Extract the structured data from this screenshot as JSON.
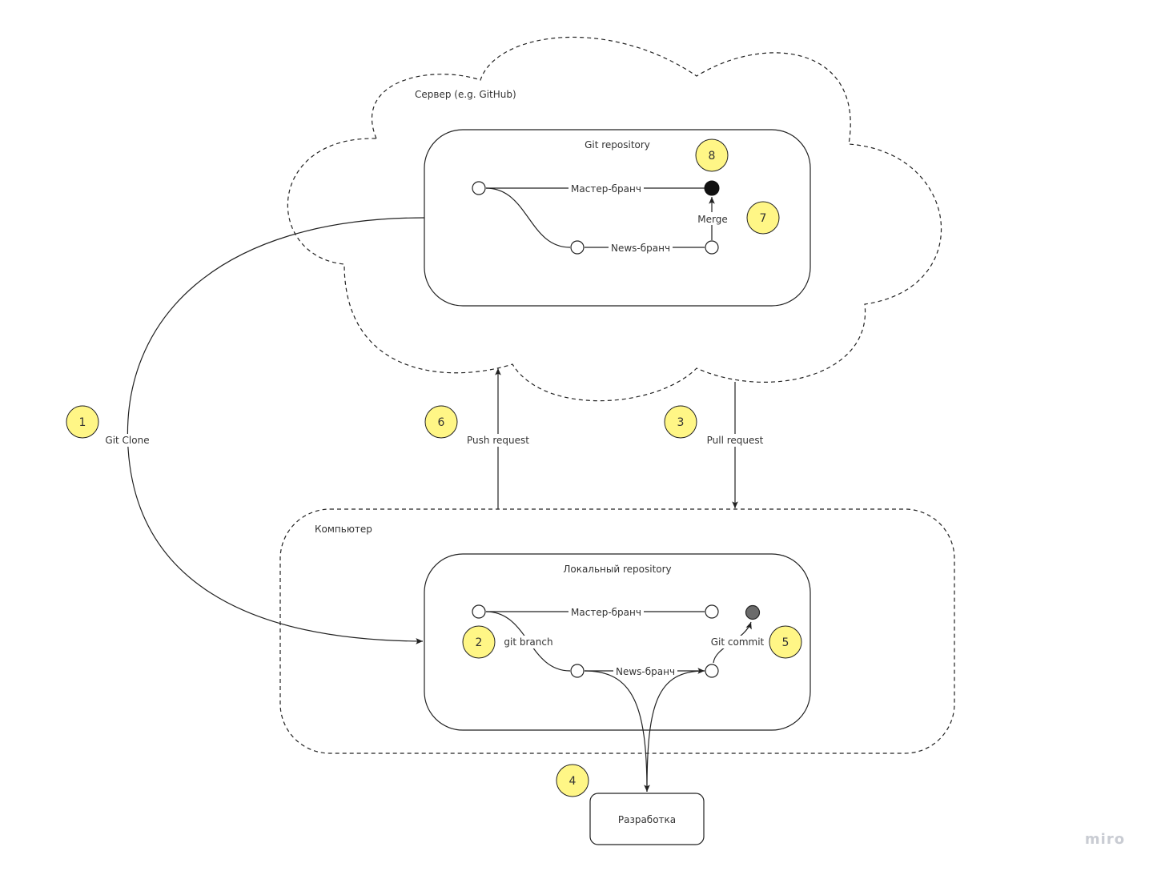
{
  "diagram": {
    "server_label": "Сервер (e.g. GitHub)",
    "git_repository_label": "Git repository",
    "computer_label": "Компьютер",
    "local_repository_label": "Локальный repository",
    "development_label": "Разработка",
    "edges": {
      "remote_master_branch": "Мастер-бранч",
      "remote_news_branch": "News-бранч",
      "merge": "Merge",
      "local_master_branch": "Мастер-бранч",
      "local_news_branch": "News-бранч",
      "git_branch": "git branch",
      "git_commit": "Git commit",
      "git_clone": "Git Clone",
      "push_request": "Push request",
      "pull_request": "Pull request"
    },
    "steps": {
      "git_clone": "1",
      "git_branch": "2",
      "pull_request": "3",
      "development": "4",
      "git_commit": "5",
      "push_request": "6",
      "merge": "7",
      "final_commit": "8"
    },
    "colors": {
      "badge": "#fff686",
      "stroke": "#222222",
      "merged_commit": "#111111",
      "new_commit": "#6b6b6b"
    }
  },
  "watermark": "miro"
}
